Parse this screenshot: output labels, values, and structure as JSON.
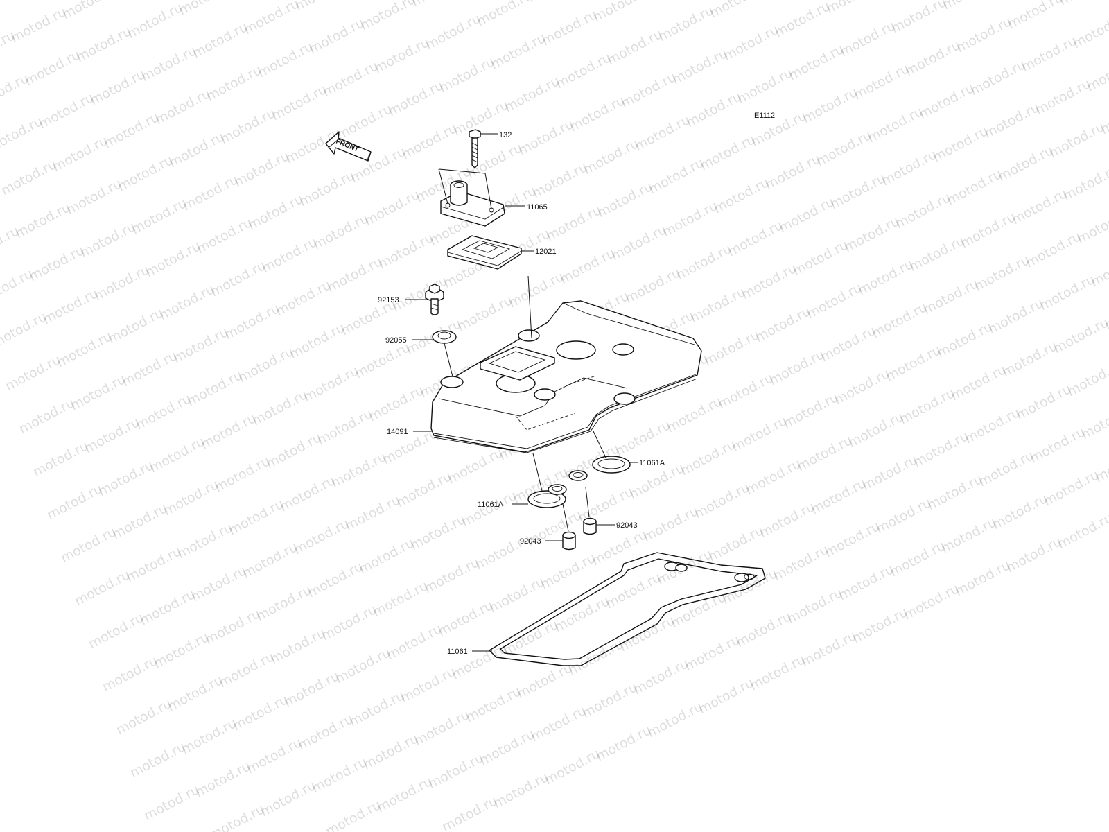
{
  "diagram": {
    "reference_code": "E1112",
    "front_arrow_label": "FRONT",
    "watermark_text": "motod.ru",
    "parts": [
      {
        "id": "p132",
        "label": "132"
      },
      {
        "id": "p11065",
        "label": "11065"
      },
      {
        "id": "p12021",
        "label": "12021"
      },
      {
        "id": "p92153",
        "label": "92153"
      },
      {
        "id": "p92055",
        "label": "92055"
      },
      {
        "id": "p14091",
        "label": "14091"
      },
      {
        "id": "p11061A_r",
        "label": "11061A"
      },
      {
        "id": "p11061A_l",
        "label": "11061A"
      },
      {
        "id": "p92043_r",
        "label": "92043"
      },
      {
        "id": "p92043_l",
        "label": "92043"
      },
      {
        "id": "p11061",
        "label": "11061"
      }
    ]
  }
}
